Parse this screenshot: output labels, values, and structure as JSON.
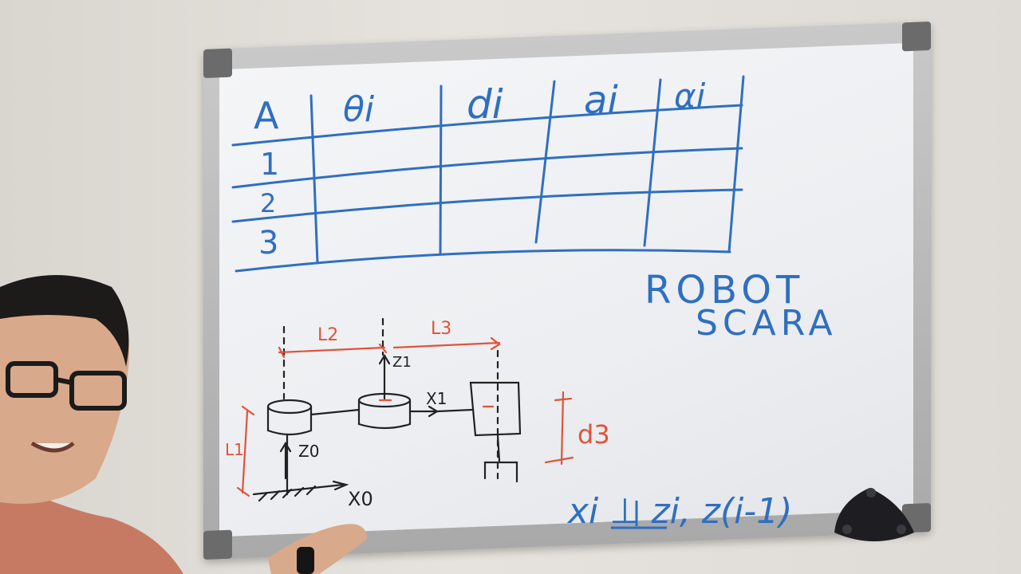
{
  "table": {
    "headers": [
      "A",
      "θi",
      "di",
      "ai",
      "αi"
    ],
    "rows": [
      "1",
      "2",
      "3"
    ]
  },
  "title": {
    "line1": "ROBOT",
    "line2": "SCARA"
  },
  "diagram": {
    "l1": "L1",
    "l2": "L2",
    "l3": "L3",
    "d3": "d3",
    "z0": "Z0",
    "z1": "Z1",
    "x0": "X0",
    "x1": "X1"
  },
  "formula": "xi ⊥ zi, z(i-1)",
  "colors": {
    "blue_ink": "#2f6fc0",
    "red_ink": "#e0533a",
    "black_ink": "#222222"
  }
}
